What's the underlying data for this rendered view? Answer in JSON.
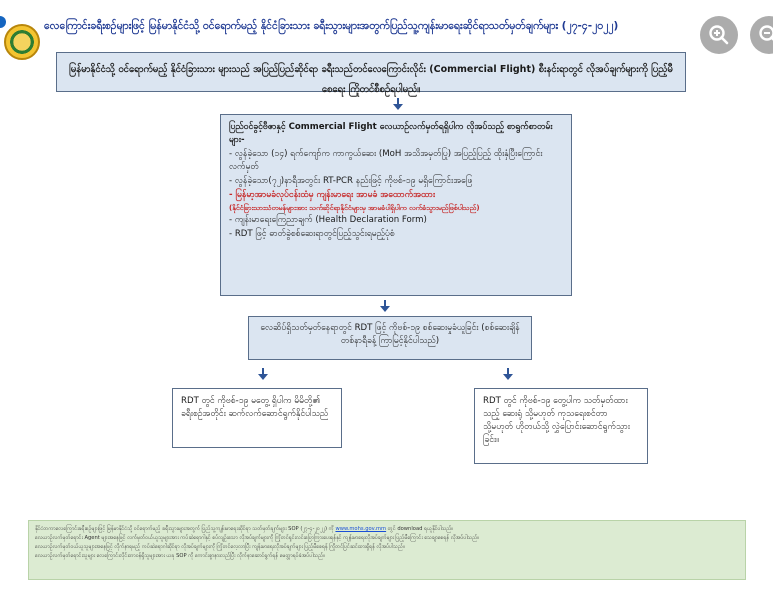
{
  "header": {
    "title": "လေကြောင်းခရီးစဉ်များဖြင့် မြန်မာနိုင်ငံသို့ ဝင်ရောက်မည့် နိုင်ငံခြားသား ခရီးသွားများအတွက်ပြည်သူ့ကျန်းမာရေးဆိုင်ရာသတ်မှတ်ချက်များ (၂၇-၄-၂၀၂၂)"
  },
  "zoom": {
    "in_icon": "zoom-in-icon",
    "out_icon": "zoom-out-icon"
  },
  "flow": {
    "box1": "မြန်မာနိုင်ငံသို့ ဝင်ရောက်မည့် နိုင်ငံခြားသား များသည် အပြည်ပြည်ဆိုင်ရာ ခရီးသည်တင်လေကြောင်းလိုင်း (Commercial Flight) စီးနင်းရာတွင် လိုအပ်ချက်များကို ပြည့်မီစေရေး ကြိုတင်စီစဉ်ရပါမည်။",
    "box2": {
      "heading": "ပြည်ဝင်ခွင့်ဗီဇာနှင့် Commercial Flight လေယာဉ်လက်မှတ်ရရှိပါက လိုအပ်သည့် စာရွက်စာတမ်းများ-",
      "items": [
        "- လွန်ခဲ့သော (၁၄) ရက်ကျော်က ကာကွယ်ဆေး (MoH အသိအမှတ်ပြု) အပြည့်ပြည့် ထိုးနှံပြီးကြောင်းလက်မှတ်",
        "- လွန်ခဲ့သော(၇၂)နာရီအတွင်း RT-PCR နည်းဖြင့် ကိုဗစ်-၁၉ မရှိကြောင်းအဖြေ"
      ],
      "insurance": "- မြန်မာ့အာမခံလုပ်ငန်းထံမှ ကျန်းမာရေး အာမခံ အထောက်အထား",
      "insurance_note": "(နိုင်ငံခြားသားသံတမန်များအား သက်ဆိုင်ရာနိုင်ငံများမှ အာမခံပါရှိပါက လက်ခံသွားမည်ဖြစ်ပါသည်)",
      "items_after": [
        "- ကျန်းမာရေးကြေညာချက် (Health Declaration Form)",
        "- RDT ဖြင့် ဓာတ်ခွဲစစ်ဆေးရာတွင်ပြည့်သွင်းရမည့်ပုံစံ"
      ]
    },
    "box3": "လေဆိပ်ရှိသတ်မှတ်နေရာတွင် RDT ဖြင့် ကိုဗစ်-၁၉ စစ်ဆေးမှုခံယူခြင်း (စစ်ဆေးချိန် တစ်နာရီခန့် ကြာမြင့်နိုင်ပါသည်)",
    "box4": "RDT တွင် ကိုဗစ်-၁၉ မတွေ့ ရှိပါက မိမိတို့၏ ခရီးစဉ်အတိုင်း ဆက်လက်ဆောင်ရွက်နိုင်ပါသည်",
    "box5": "RDT တွင် ကိုဗစ်-၁၉ တွေ့ပါက သတ်မှတ်ထားသည့် ဆေးရုံ သို့မဟုတ် ကုသရေးစင်တာ သို့မဟုတ် ဟိုတယ်သို့ လွှဲပြောင်းဆောင်ရွက်သွားခြင်း။"
  },
  "footer": {
    "line1_before": "နိုင်ငံတကာလေကြောင်းခရီးစဉ်များဖြင့် မြန်မာနိုင်ငံသို့ ဝင်ရောက်မည့် ခရီးသွားများအတွက် ပြည်သူ့ကျန်းမာရေးဆိုင်ရာ သတ်မှတ်ချက်များ SOP (၂၇-၄-၂၀၂၂) ကို",
    "link": "www.mohs.gov.mm",
    "line1_after": "တွင် download ရယူနိုင်ပါသည်။",
    "line2": "လေယာဉ်လက်မှတ်ရောင်း Agent များအနေဖြင့် လက်မှတ်ဝယ်ယူသူများအား ကပ်ဆဲရောဂါနှင့် စပ်လျဉ်းသော လိုအပ်ချက်များကို ကြိုတင်ရှင်းလင်းပြောကြားပေးရန်နှင့် ကျန်းမာရေးလိုအပ်ချက်များ ပြည့်မီကြောင်း သေချာစေရန် လိုအပ်ပါသည်။",
    "line3": "လေယာဉ်လက်မှတ်ဝယ်ယူသူများအနေဖြင့် လိုက်နာရမည့် ကပ်ဆဲရောဂါဆိုင်ရာ လိုအပ်ချက်များကို ကြိုတင်လေ့လာပြီး ကျန်းမာရေးလိုအပ်ချက်များ ပြည့်မီစေရန် ကြိုတင်ပြင်ဆင်ထားရှိရန် လိုအပ်ပါသည်။",
    "line4": "လေယာဉ်လက်မှတ်ရောင်းသူများ လေကြောင်းလိုင်းတာဝန်ရှိသူများအား ယခု SOP ကို ကောင်းစွာနားလည်ပြီး လိုက်နာဆောင်ရွက်ရန် မေတ္တာရပ်ခံအပ်ပါသည်။"
  }
}
